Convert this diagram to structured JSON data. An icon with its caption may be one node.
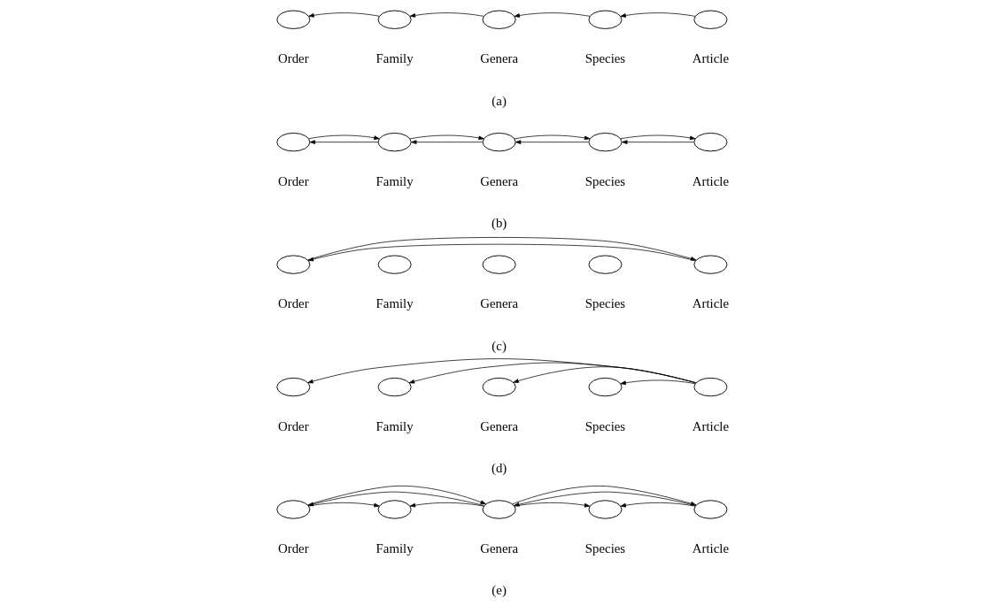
{
  "diagram": {
    "nodes": [
      {
        "text": [],
        "shape": "circle",
        "beside": [
          "Order"
        ]
      },
      {
        "text": [],
        "shape": "circle",
        "beside": [
          "Family"
        ]
      },
      {
        "text": [],
        "shape": "circle",
        "beside": [
          "Genera"
        ]
      },
      {
        "text": [],
        "shape": "circle",
        "beside": [
          "Species"
        ]
      },
      {
        "text": [],
        "shape": "circle",
        "beside": [
          "Article"
        ]
      },
      {
        "text": [],
        "shape": "circle",
        "beside": [
          "Order"
        ]
      },
      {
        "text": [],
        "shape": "circle",
        "beside": [
          "Family"
        ]
      },
      {
        "text": [],
        "shape": "circle",
        "beside": [
          "Genera"
        ]
      },
      {
        "text": [],
        "shape": "circle",
        "beside": [
          "Species"
        ]
      },
      {
        "text": [],
        "shape": "circle",
        "beside": [
          "Article"
        ]
      },
      {
        "text": [],
        "shape": "circle",
        "beside": [
          "Order"
        ]
      },
      {
        "text": [],
        "shape": "circle",
        "beside": [
          "Family"
        ]
      },
      {
        "text": [],
        "shape": "circle",
        "beside": [
          "Genera"
        ]
      },
      {
        "text": [],
        "shape": "circle",
        "beside": [
          "Species"
        ]
      },
      {
        "text": [],
        "shape": "circle",
        "beside": [
          "Article"
        ]
      },
      {
        "text": [],
        "shape": "circle",
        "beside": [
          "Order"
        ]
      },
      {
        "text": [],
        "shape": "circle",
        "beside": [
          "Family"
        ]
      },
      {
        "text": [],
        "shape": "circle",
        "beside": [
          "Genera"
        ]
      },
      {
        "text": [],
        "shape": "circle",
        "beside": [
          "Species"
        ]
      },
      {
        "text": [],
        "shape": "circle",
        "beside": [
          "Article"
        ]
      },
      {
        "text": [],
        "shape": "circle",
        "beside": [
          "Order"
        ]
      },
      {
        "text": [],
        "shape": "circle",
        "beside": [
          "Family"
        ]
      },
      {
        "text": [],
        "shape": "circle",
        "beside": [
          "Genera"
        ]
      },
      {
        "text": [],
        "shape": "circle",
        "beside": [
          "Species"
        ]
      },
      {
        "text": [],
        "shape": "circle",
        "beside": [
          "Article"
        ]
      }
    ],
    "edges": [
      {
        "from": 1,
        "to": 0,
        "arrow": "to"
      },
      {
        "from": 2,
        "to": 1,
        "arrow": "to"
      },
      {
        "from": 3,
        "to": 2,
        "arrow": "to"
      },
      {
        "from": 4,
        "to": 3,
        "arrow": "to"
      },
      {
        "from": 6,
        "to": 5,
        "arrow": "to"
      },
      {
        "from": 5,
        "to": 6,
        "arrow": "to"
      },
      {
        "from": 7,
        "to": 6,
        "arrow": "to"
      },
      {
        "from": 6,
        "to": 7,
        "arrow": "to"
      },
      {
        "from": 8,
        "to": 7,
        "arrow": "to"
      },
      {
        "from": 7,
        "to": 8,
        "arrow": "to"
      },
      {
        "from": 9,
        "to": 8,
        "arrow": "to"
      },
      {
        "from": 8,
        "to": 9,
        "arrow": "to"
      },
      {
        "from": 14,
        "to": 10,
        "arrow": "to"
      },
      {
        "from": 10,
        "to": 14,
        "arrow": "to"
      },
      {
        "from": 19,
        "to": 15,
        "arrow": "to"
      },
      {
        "from": 19,
        "to": 16,
        "arrow": "to"
      },
      {
        "from": 19,
        "to": 17,
        "arrow": "to"
      },
      {
        "from": 19,
        "to": 18,
        "arrow": "to"
      },
      {
        "from": 22,
        "to": 20,
        "arrow": "to"
      },
      {
        "from": 22,
        "to": 21,
        "arrow": "to"
      },
      {
        "from": 20,
        "to": 21,
        "arrow": "to"
      },
      {
        "from": 20,
        "to": 22,
        "arrow": "to"
      },
      {
        "from": 24,
        "to": 22,
        "arrow": "to"
      },
      {
        "from": 24,
        "to": 23,
        "arrow": "to"
      },
      {
        "from": 22,
        "to": 23,
        "arrow": "to"
      },
      {
        "from": 22,
        "to": 24,
        "arrow": "to"
      }
    ],
    "labels": [
      "(a)",
      "(b)",
      "(c)",
      "(d)",
      "(e)"
    ]
  }
}
